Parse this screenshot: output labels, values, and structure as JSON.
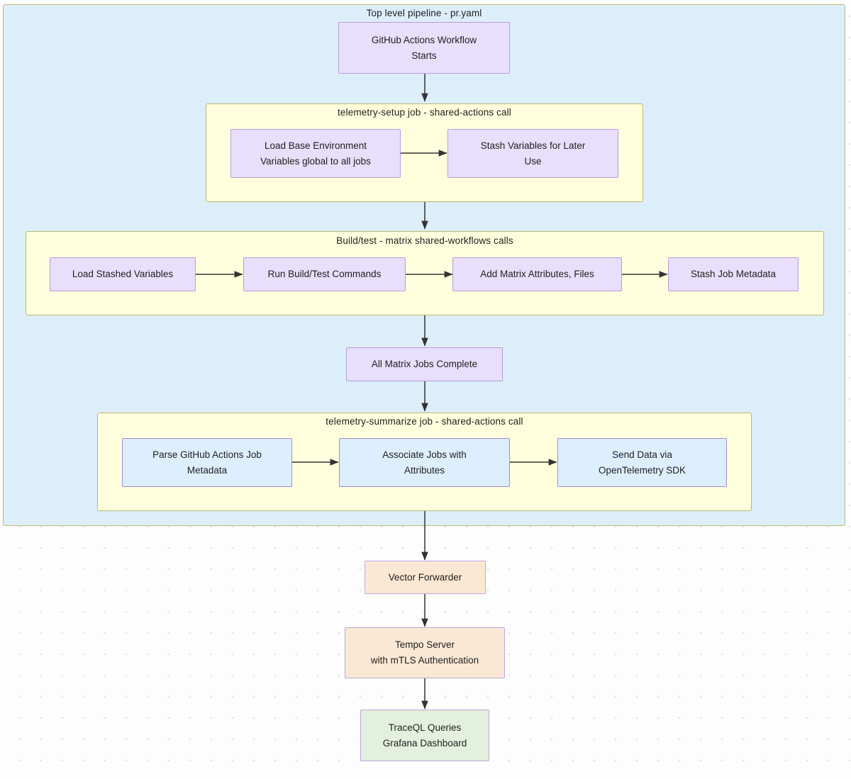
{
  "diagram": {
    "title": "GitHub Actions telemetry pipeline flowchart",
    "colors": {
      "outer_cluster_fill": "#ddeefb",
      "outer_cluster_stroke": "#b9bc6b",
      "inner_cluster_fill": "#ffffdd",
      "inner_cluster_stroke": "#bdb76b",
      "node_purple_fill": "#e7dffb",
      "node_purple_stroke": "#b89ce0",
      "node_blue_fill": "#ddeeff",
      "node_blue_stroke": "#9f8bd4",
      "node_peach_fill": "#fbe8d4",
      "node_green_fill": "#e3f0dd",
      "edge_stroke": "#333333",
      "background": "#fdfdfd"
    },
    "clusters": [
      {
        "id": "top-level-pipeline",
        "label": "Top level pipeline - pr.yaml"
      },
      {
        "id": "telemetry-setup",
        "label": "telemetry-setup job - shared-actions call"
      },
      {
        "id": "build-test",
        "label": "Build/test - matrix shared-workflows calls"
      },
      {
        "id": "telemetry-summarize",
        "label": "telemetry-summarize job - shared-actions call"
      }
    ],
    "nodes": [
      {
        "id": "workflow-start",
        "label": "GitHub Actions Workflow\nStarts"
      },
      {
        "id": "load-base-env",
        "label": "Load Base Environment\nVariables global to all jobs"
      },
      {
        "id": "stash-variables",
        "label": "Stash Variables for Later\nUse"
      },
      {
        "id": "load-stashed",
        "label": "Load Stashed Variables"
      },
      {
        "id": "run-build-test",
        "label": "Run Build/Test Commands"
      },
      {
        "id": "add-matrix-attrs",
        "label": "Add Matrix Attributes, Files"
      },
      {
        "id": "stash-job-metadata",
        "label": "Stash Job Metadata"
      },
      {
        "id": "all-matrix-complete",
        "label": "All Matrix Jobs Complete"
      },
      {
        "id": "parse-job-metadata",
        "label": "Parse GitHub Actions Job\nMetadata"
      },
      {
        "id": "associate-jobs",
        "label": "Associate Jobs with\nAttributes"
      },
      {
        "id": "send-data-otel",
        "label": "Send Data via\nOpenTelemetry SDK"
      },
      {
        "id": "vector-forwarder",
        "label": "Vector Forwarder"
      },
      {
        "id": "tempo-server",
        "label": "Tempo Server\nwith mTLS Authentication"
      },
      {
        "id": "traceql-grafana",
        "label": "TraceQL Queries\nGrafana Dashboard"
      }
    ],
    "edges": [
      {
        "from": "workflow-start",
        "to": "telemetry-setup",
        "direction": "down"
      },
      {
        "from": "load-base-env",
        "to": "stash-variables",
        "direction": "right"
      },
      {
        "from": "telemetry-setup",
        "to": "build-test",
        "direction": "down"
      },
      {
        "from": "load-stashed",
        "to": "run-build-test",
        "direction": "right"
      },
      {
        "from": "run-build-test",
        "to": "add-matrix-attrs",
        "direction": "right"
      },
      {
        "from": "add-matrix-attrs",
        "to": "stash-job-metadata",
        "direction": "right"
      },
      {
        "from": "build-test",
        "to": "all-matrix-complete",
        "direction": "down"
      },
      {
        "from": "all-matrix-complete",
        "to": "telemetry-summarize",
        "direction": "down"
      },
      {
        "from": "parse-job-metadata",
        "to": "associate-jobs",
        "direction": "right"
      },
      {
        "from": "associate-jobs",
        "to": "send-data-otel",
        "direction": "right"
      },
      {
        "from": "telemetry-summarize",
        "to": "vector-forwarder",
        "direction": "down"
      },
      {
        "from": "vector-forwarder",
        "to": "tempo-server",
        "direction": "down"
      },
      {
        "from": "tempo-server",
        "to": "traceql-grafana",
        "direction": "down"
      }
    ]
  }
}
